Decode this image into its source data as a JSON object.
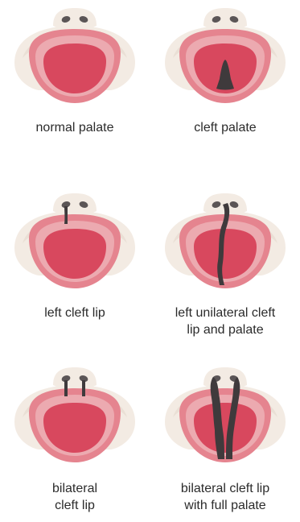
{
  "figure": {
    "items": [
      {
        "lines": [
          "normal palate"
        ],
        "cleft": "none"
      },
      {
        "lines": [
          "cleft palate"
        ],
        "cleft": "palate"
      },
      {
        "lines": [
          "left cleft lip"
        ],
        "cleft": "left-lip"
      },
      {
        "lines": [
          "left unilateral cleft",
          "lip and palate"
        ],
        "cleft": "left-lip-palate"
      },
      {
        "lines": [
          "bilateral",
          "cleft lip"
        ],
        "cleft": "bilateral-lip"
      },
      {
        "lines": [
          "bilateral cleft lip",
          "with full palate"
        ],
        "cleft": "bilateral-lip-palate"
      }
    ]
  },
  "colors": {
    "skin": "#f3ebe3",
    "skin_shadow": "#e2d6cb",
    "gum": "#e5848f",
    "palate_outer": "#ecaab0",
    "palate_inner": "#d8485e",
    "nostril": "#5b5556",
    "cleft": "#3f3a3c",
    "text": "#2b2b2b"
  }
}
